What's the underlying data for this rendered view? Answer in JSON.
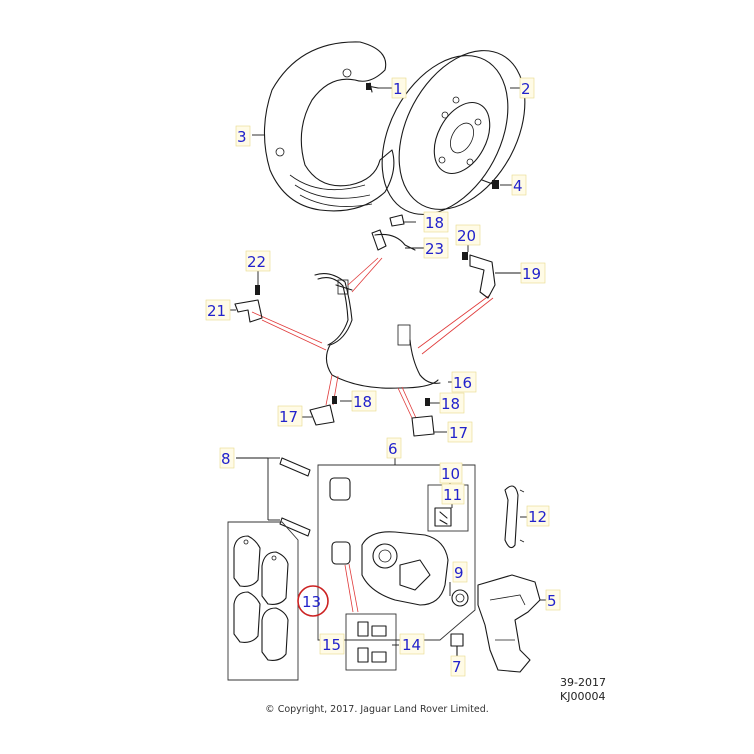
{
  "diagram": {
    "callouts": {
      "c1": "1",
      "c2": "2",
      "c3": "3",
      "c4": "4",
      "c5": "5",
      "c6": "6",
      "c7": "7",
      "c8": "8",
      "c9": "9",
      "c10": "10",
      "c11": "11",
      "c12": "12",
      "c13": "13",
      "c14": "14",
      "c15": "15",
      "c16": "16",
      "c17a": "17",
      "c17b": "17",
      "c18a": "18",
      "c18b": "18",
      "c18c": "18",
      "c19": "19",
      "c20": "20",
      "c21": "21",
      "c22": "22",
      "c23": "23"
    },
    "highlighted_callout": "13",
    "reference_line1": "39-2017",
    "reference_line2": "KJ00004",
    "copyright": "© Copyright, 2017. Jaguar Land Rover Limited.",
    "colors": {
      "callout_text": "#2222cc",
      "highlight": "#cc2222",
      "callout_bg": "#fffbe6",
      "brake_hose_line": "#e03a3a"
    }
  }
}
